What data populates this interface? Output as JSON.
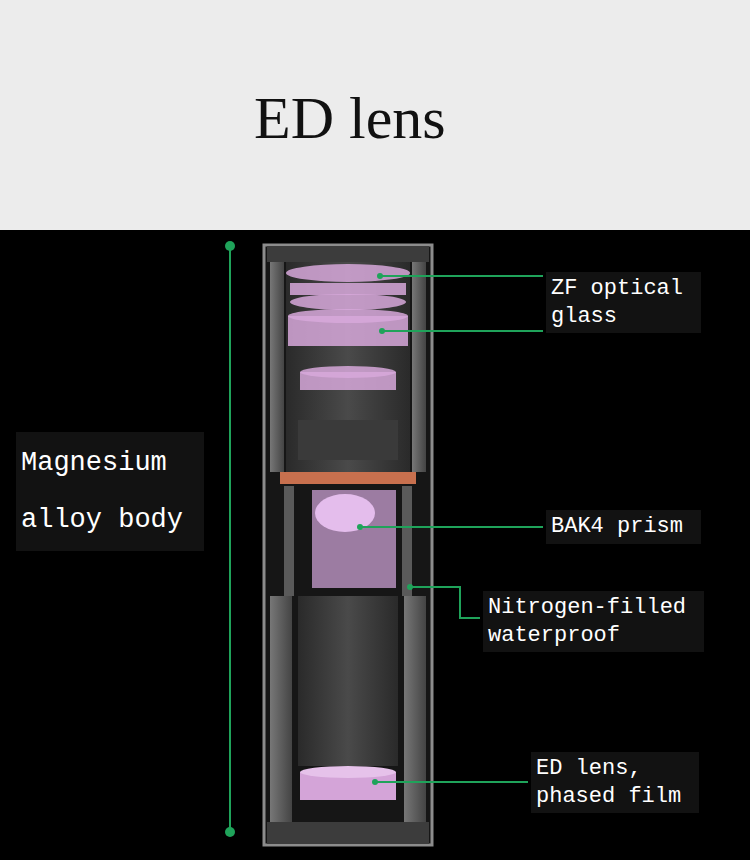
{
  "diagram": {
    "title": "ED lens",
    "labels": [
      "ZF optical glass",
      "Magnesium alloy body",
      "BAK4 prism",
      "Nitrogen-filled waterproof",
      "ED lens, phased film"
    ]
  }
}
